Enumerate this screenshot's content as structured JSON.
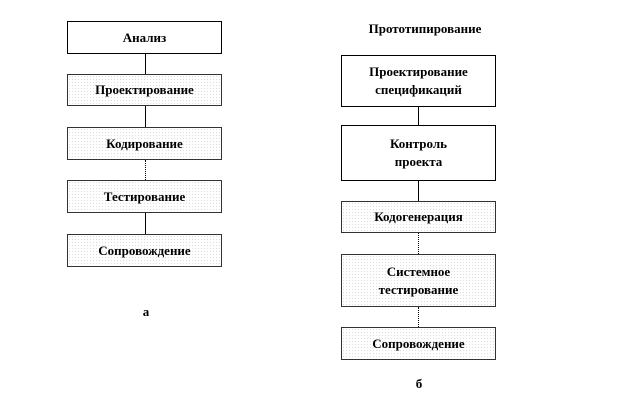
{
  "diagram_a": {
    "label": "а",
    "steps": [
      "Анализ",
      "Проектирование",
      "Кодирование",
      "Тестирование",
      "Сопровождение"
    ]
  },
  "diagram_b": {
    "title": "Прототипирование",
    "label": "б",
    "steps": [
      "Проектирование\nспецификаций",
      "Контроль\nпроекта",
      "Кодогенерация",
      "Системное\nтестирование",
      "Сопровождение"
    ]
  }
}
